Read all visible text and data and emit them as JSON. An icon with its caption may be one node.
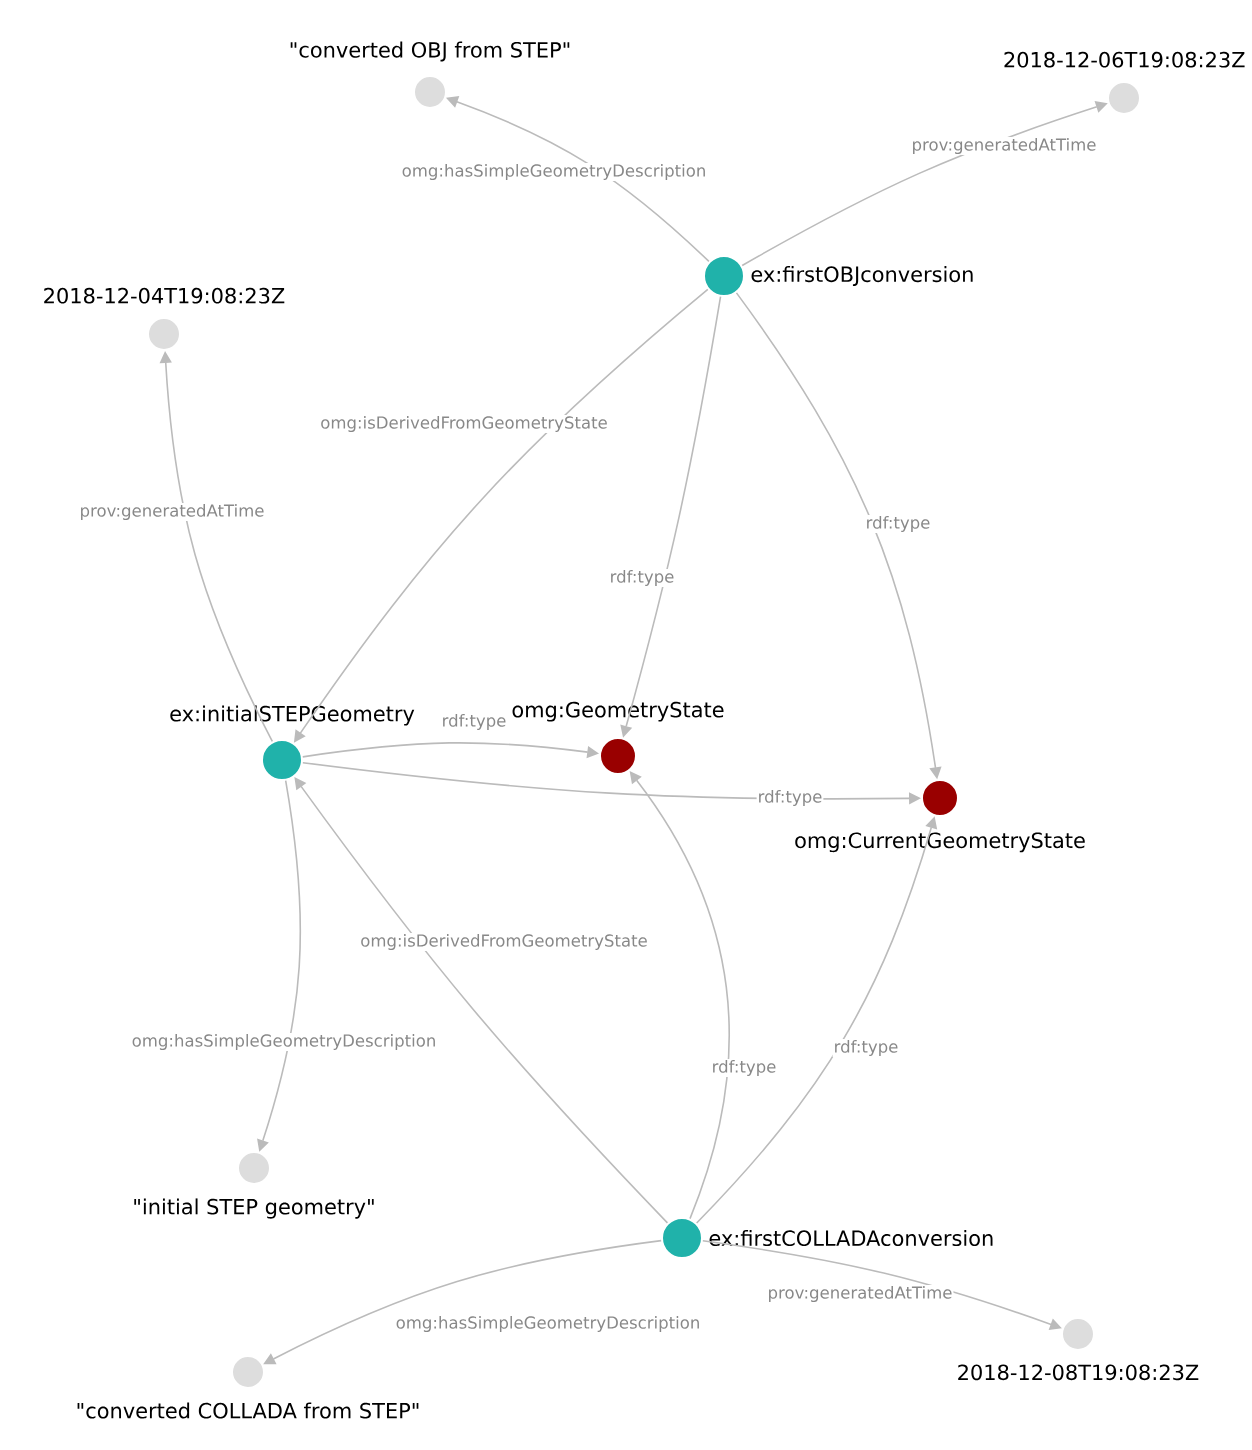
{
  "diagram": {
    "nodes": [
      {
        "text": [
          "ex:firstOBJconversion"
        ]
      },
      {
        "text": [
          "\"converted OBJ from STEP\""
        ]
      },
      {
        "text": [
          "2018-12-06T19:08:23Z"
        ]
      },
      {
        "text": [
          "2018-12-04T19:08:23Z"
        ]
      },
      {
        "text": [
          "ex:initialSTEPGeometry"
        ]
      },
      {
        "text": [
          "omg:GeometryState"
        ]
      },
      {
        "text": [
          "omg:CurrentGeometryState"
        ]
      },
      {
        "text": [
          "\"initial STEP geometry\""
        ]
      },
      {
        "text": [
          "ex:firstCOLLADAconversion"
        ]
      },
      {
        "text": [
          "\"converted COLLADA from STEP\""
        ]
      },
      {
        "text": [
          "2018-12-08T19:08:23Z"
        ]
      }
    ],
    "edges": [
      {
        "from": 0,
        "to": 1,
        "arrow": "to",
        "label": "omg:hasSimpleGeometryDescription"
      },
      {
        "from": 0,
        "to": 2,
        "arrow": "to",
        "label": "prov:generatedAtTime"
      },
      {
        "from": 0,
        "to": 4,
        "arrow": "to",
        "label": "omg:isDerivedFromGeometryState"
      },
      {
        "from": 0,
        "to": 5,
        "arrow": "to",
        "label": "rdf:type"
      },
      {
        "from": 0,
        "to": 6,
        "arrow": "to",
        "label": "rdf:type"
      },
      {
        "from": 4,
        "to": 3,
        "arrow": "to",
        "label": "prov:generatedAtTime"
      },
      {
        "from": 4,
        "to": 5,
        "arrow": "to",
        "label": "rdf:type"
      },
      {
        "from": 4,
        "to": 6,
        "arrow": "to",
        "label": "rdf:type"
      },
      {
        "from": 4,
        "to": 7,
        "arrow": "to",
        "label": "omg:hasSimpleGeometryDescription"
      },
      {
        "from": 8,
        "to": 4,
        "arrow": "to",
        "label": "omg:isDerivedFromGeometryState"
      },
      {
        "from": 8,
        "to": 5,
        "arrow": "to",
        "label": "rdf:type"
      },
      {
        "from": 8,
        "to": 6,
        "arrow": "to",
        "label": "rdf:type"
      },
      {
        "from": 8,
        "to": 9,
        "arrow": "to",
        "label": "omg:hasSimpleGeometryDescription"
      },
      {
        "from": 8,
        "to": 10,
        "arrow": "to",
        "label": "prov:generatedAtTime"
      }
    ]
  }
}
